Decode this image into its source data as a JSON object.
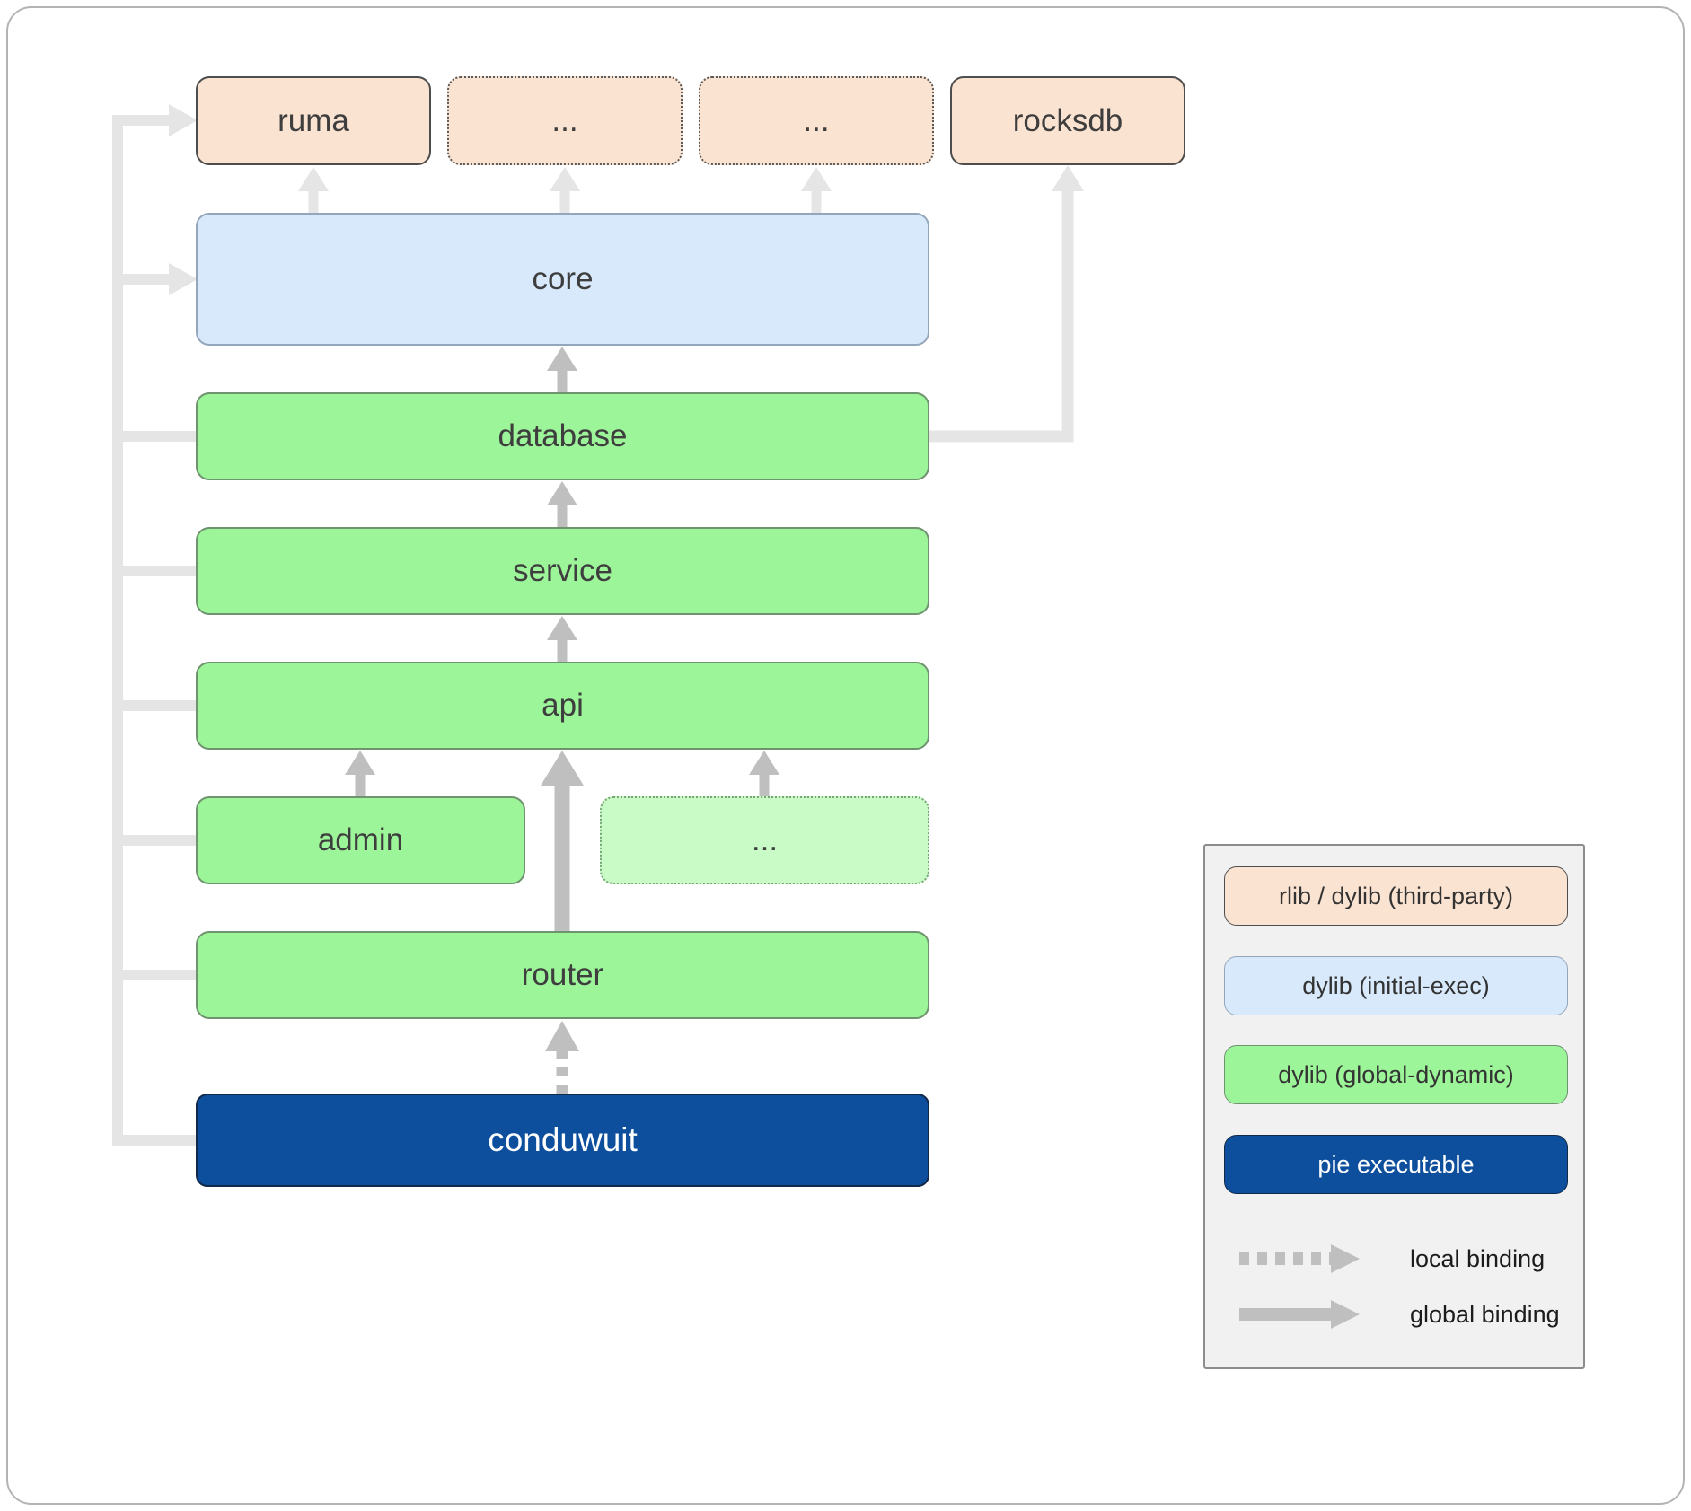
{
  "nodes": {
    "ruma": "ruma",
    "dep2": "...",
    "dep3": "...",
    "rocksdb": "rocksdb",
    "core": "core",
    "database": "database",
    "service": "service",
    "api": "api",
    "admin": "admin",
    "more": "...",
    "router": "router",
    "conduwuit": "conduwuit"
  },
  "edges": [
    {
      "from": "conduwuit",
      "to": "router",
      "binding": "local"
    },
    {
      "from": "conduwuit",
      "to": "ruma",
      "binding": "global"
    },
    {
      "from": "conduwuit",
      "to": "core",
      "binding": "global"
    },
    {
      "from": "conduwuit",
      "to": "database",
      "binding": "global"
    },
    {
      "from": "conduwuit",
      "to": "service",
      "binding": "global"
    },
    {
      "from": "conduwuit",
      "to": "api",
      "binding": "global"
    },
    {
      "from": "conduwuit",
      "to": "admin",
      "binding": "global"
    },
    {
      "from": "conduwuit",
      "to": "router2",
      "binding": "global"
    },
    {
      "from": "router",
      "to": "api",
      "binding": "global"
    },
    {
      "from": "admin",
      "to": "api",
      "binding": "global"
    },
    {
      "from": "more",
      "to": "api",
      "binding": "global"
    },
    {
      "from": "api",
      "to": "service",
      "binding": "global"
    },
    {
      "from": "service",
      "to": "database",
      "binding": "global"
    },
    {
      "from": "database",
      "to": "core",
      "binding": "global"
    },
    {
      "from": "database",
      "to": "rocksdb",
      "binding": "global"
    },
    {
      "from": "core",
      "to": "ruma",
      "binding": "global"
    },
    {
      "from": "core",
      "to": "dep2",
      "binding": "global"
    },
    {
      "from": "core",
      "to": "dep3",
      "binding": "global"
    }
  ],
  "legend": {
    "items": [
      {
        "key": "thirdparty",
        "label": "rlib / dylib (third-party)"
      },
      {
        "key": "initial_exec",
        "label": "dylib (initial-exec)"
      },
      {
        "key": "global_dynamic",
        "label": "dylib (global-dynamic)"
      },
      {
        "key": "pie",
        "label": "pie executable"
      }
    ],
    "local_binding": "local binding",
    "global_binding": "global binding"
  },
  "colors": {
    "thirdparty_fill": "#fbe3d1",
    "initial_exec_fill": "#d7e9fb",
    "global_dynamic_fill": "#9df599",
    "global_dynamic_light_fill": "#c9fbc6",
    "pie_fill": "#0d4f9d",
    "legend_fill": "#f1f1f1",
    "arrow_light": "#e5e5e5",
    "arrow_mid": "#bfbfbf"
  }
}
